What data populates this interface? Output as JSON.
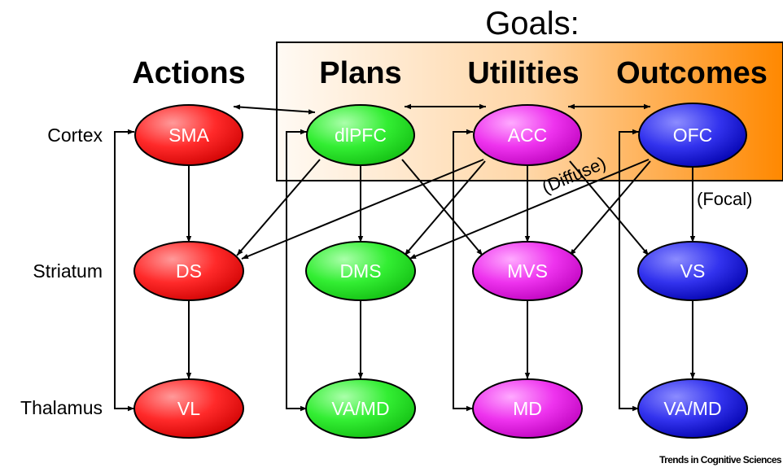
{
  "goals_title": "Goals:",
  "columns": {
    "actions": "Actions",
    "plans": "Plans",
    "utilities": "Utilities",
    "outcomes": "Outcomes"
  },
  "rows": {
    "cortex": "Cortex",
    "striatum": "Striatum",
    "thalamus": "Thalamus"
  },
  "nodes": {
    "sma": "SMA",
    "dlpfc": "dlPFC",
    "acc": "ACC",
    "ofc": "OFC",
    "ds": "DS",
    "dms": "DMS",
    "mvs": "MVS",
    "vs": "VS",
    "vl": "VL",
    "vamd_plans": "VA/MD",
    "md": "MD",
    "vamd_outcomes": "VA/MD"
  },
  "annotations": {
    "diffuse": "(Diffuse)",
    "focal": "(Focal)"
  },
  "colors": {
    "actions_red": "#ff2a2a",
    "plans_green": "#33ee33",
    "utilities_magenta": "#ee33ee",
    "outcomes_blue": "#3333ee",
    "goals_gradient_start": "#fffaf4",
    "goals_gradient_end": "#ff8800"
  },
  "credit": "Trends in Cognitive Sciences"
}
